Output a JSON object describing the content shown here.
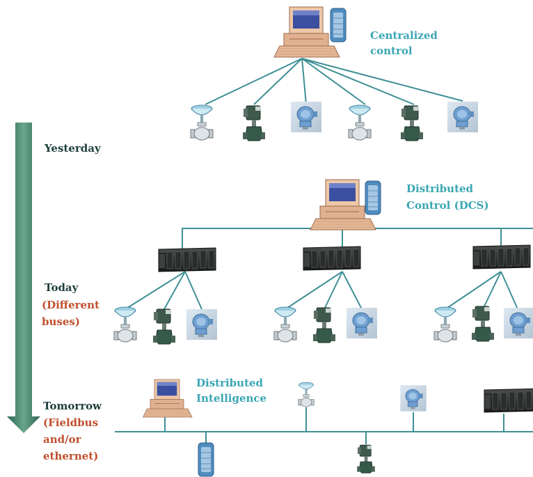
{
  "eras": {
    "yesterday": "Yesterday",
    "today": "Today",
    "today_sub_1": "(Different",
    "today_sub_2": "buses)",
    "tomorrow": "Tomorrow",
    "tomorrow_sub_1": "(Fieldbus",
    "tomorrow_sub_2": "and/or",
    "tomorrow_sub_3": "ethernet)"
  },
  "architectures": {
    "centralized_1": "Centralized",
    "centralized_2": "control",
    "dcs_1": "Distributed",
    "dcs_2": "Control (DCS)",
    "intelligence_1": "Distributed",
    "intelligence_2": "Intelligence"
  },
  "colors": {
    "line": "#3e8f95",
    "arrow": "#3c7b67",
    "era_text": "#1f3f3c",
    "sub_text": "#c0502d",
    "arch_text": "#3aa6b4"
  }
}
